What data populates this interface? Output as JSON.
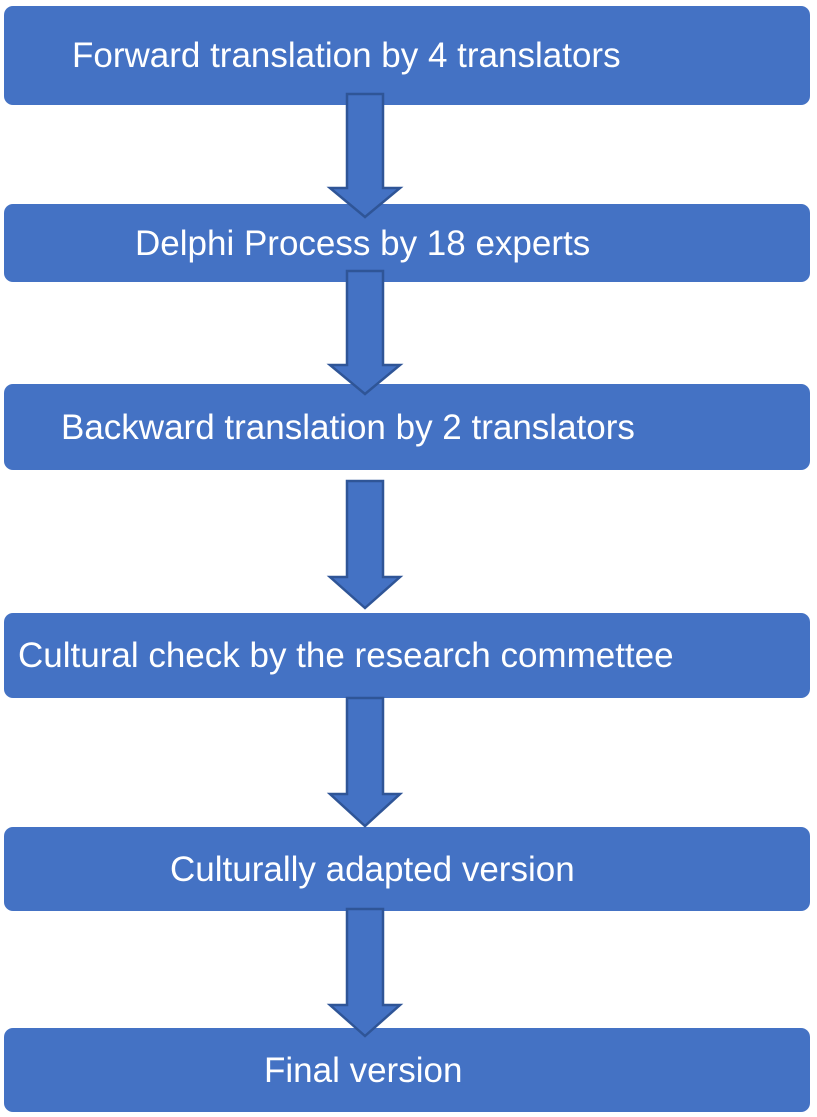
{
  "diagram": {
    "type": "vertical-flowchart",
    "direction": "top-to-bottom",
    "colors": {
      "box_fill": "#4472c4",
      "arrow_fill": "#4472c4",
      "arrow_stroke": "#2f5597",
      "text": "#ffffff",
      "background": "#ffffff"
    },
    "steps": [
      {
        "label": "Forward translation by 4 translators"
      },
      {
        "label": "Delphi Process by 18 experts"
      },
      {
        "label": "Backward translation by 2 translators"
      },
      {
        "label": "Cultural check by the research commettee"
      },
      {
        "label": "Culturally adapted version"
      },
      {
        "label": "Final version"
      }
    ],
    "connectors": [
      {
        "from": 0,
        "to": 1,
        "icon": "down-arrow-icon"
      },
      {
        "from": 1,
        "to": 2,
        "icon": "down-arrow-icon"
      },
      {
        "from": 2,
        "to": 3,
        "icon": "down-arrow-icon"
      },
      {
        "from": 3,
        "to": 4,
        "icon": "down-arrow-icon"
      },
      {
        "from": 4,
        "to": 5,
        "icon": "down-arrow-icon"
      }
    ]
  }
}
